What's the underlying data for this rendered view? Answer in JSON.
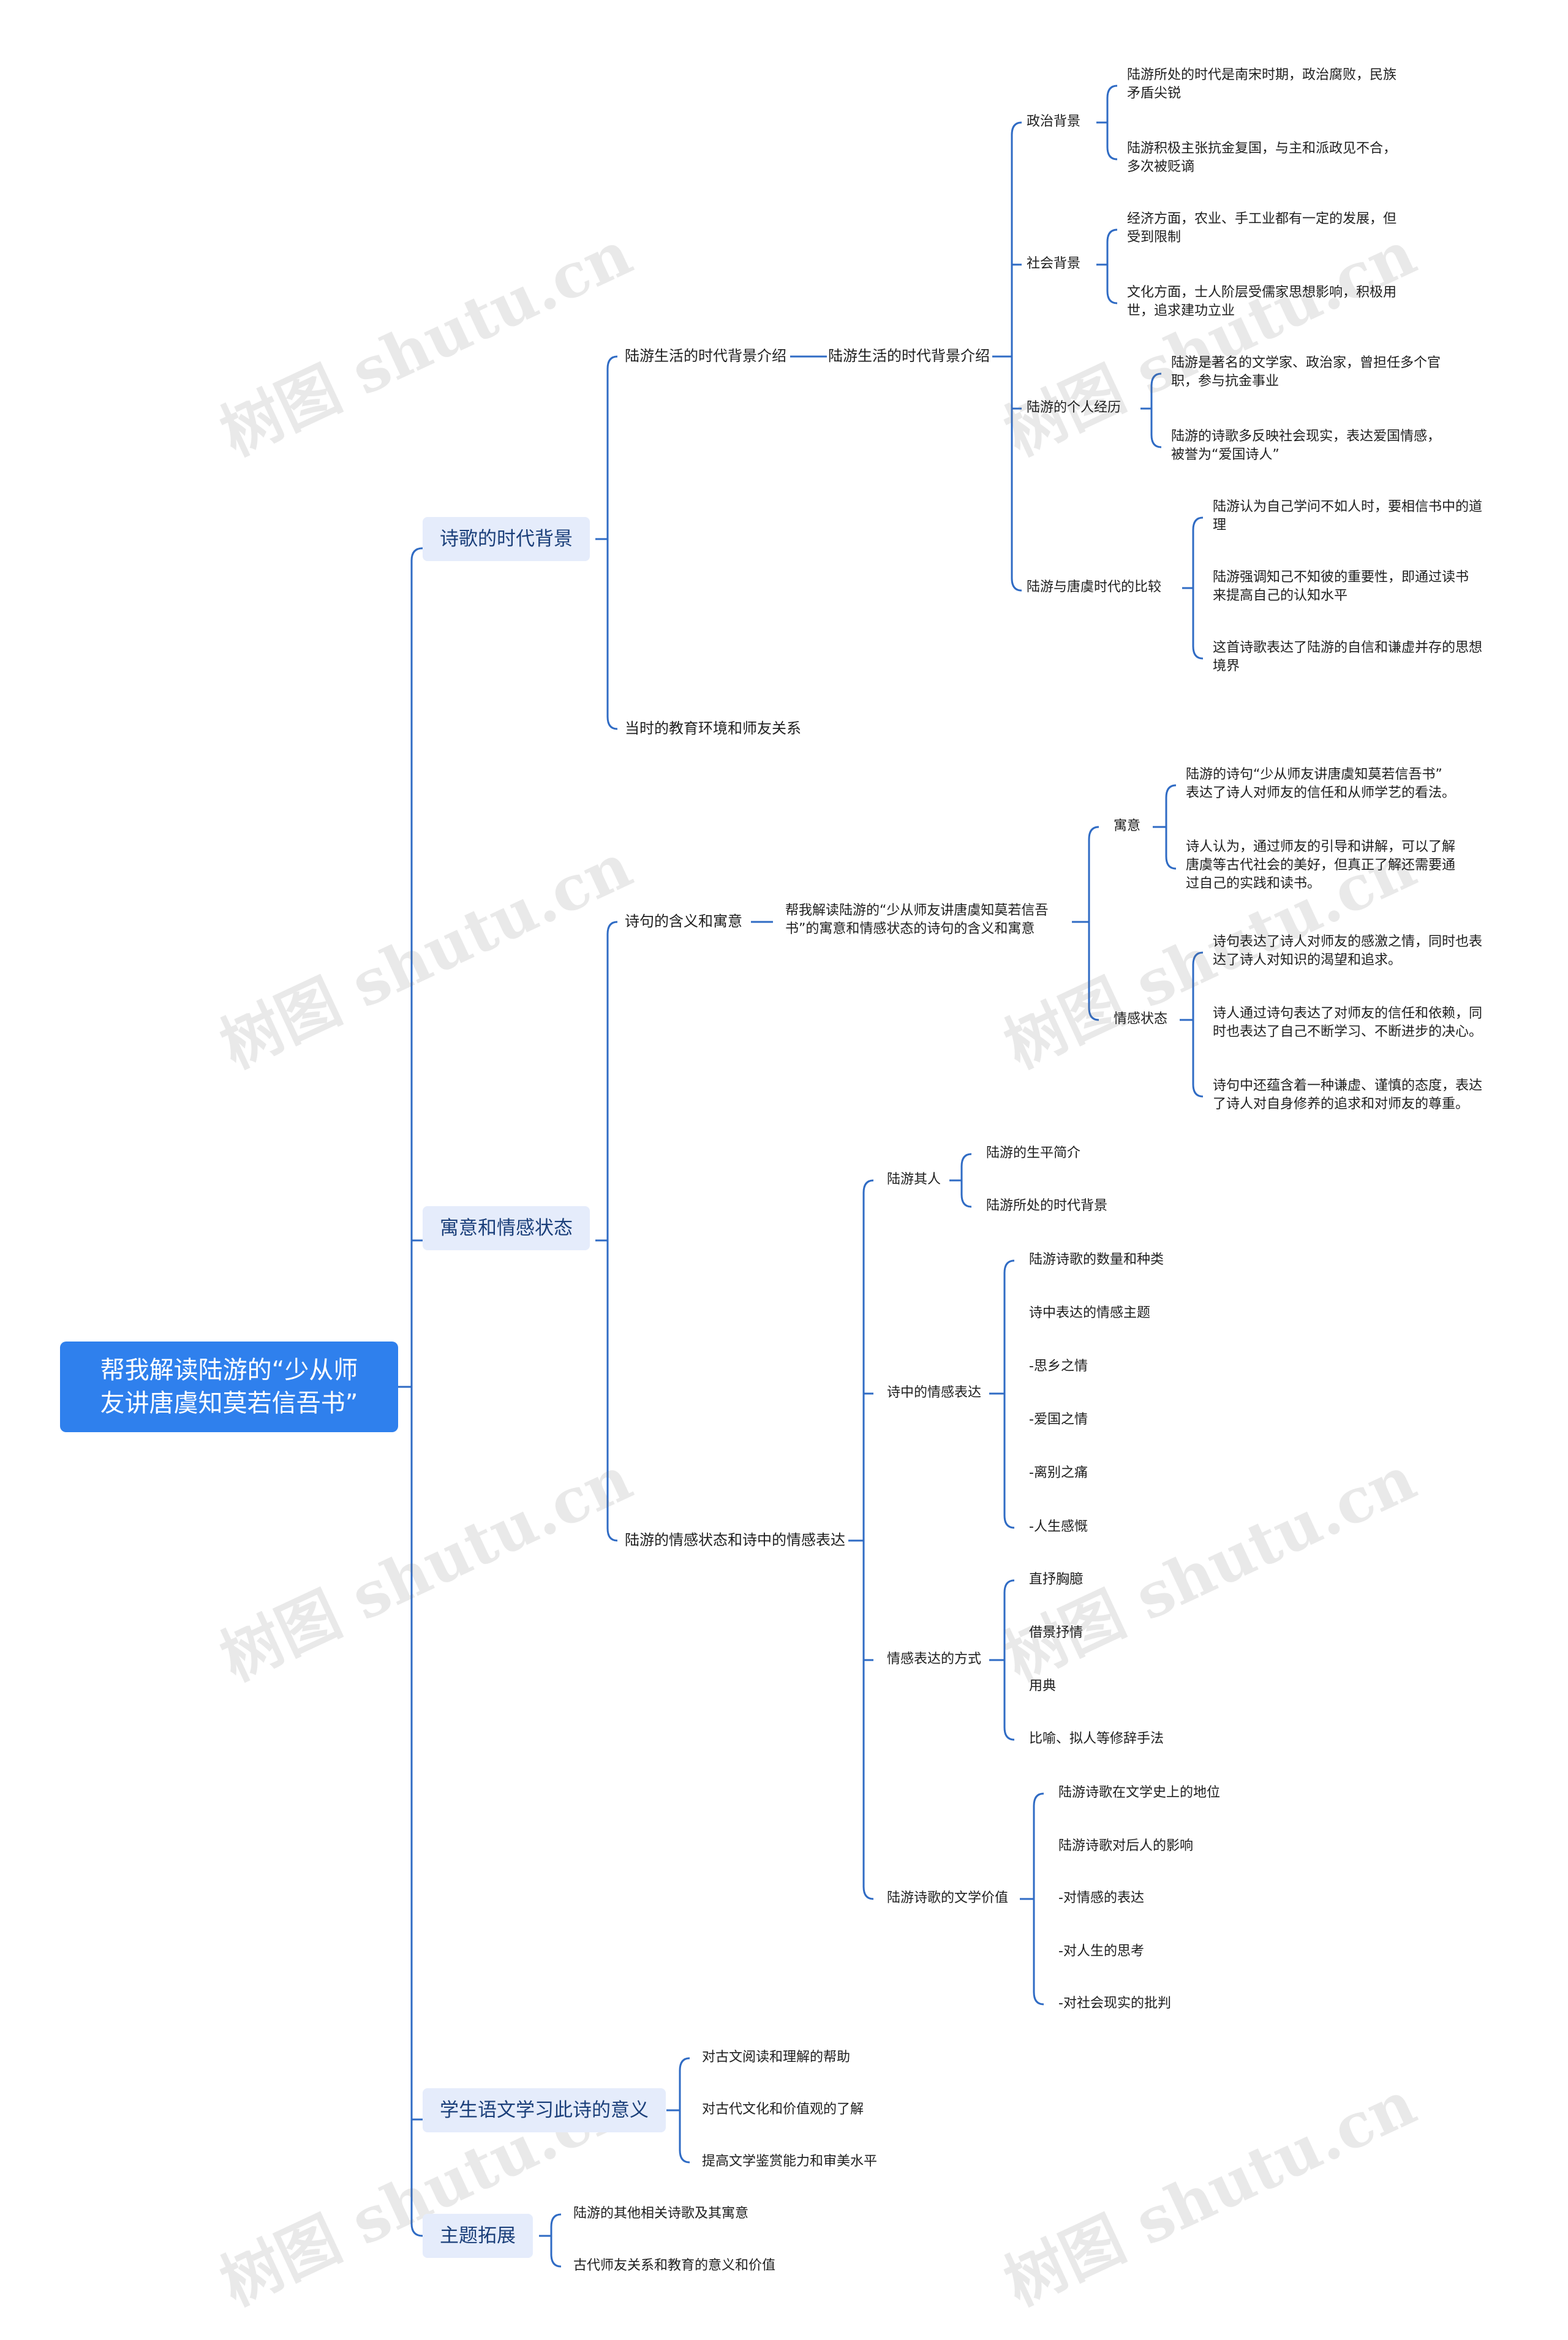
{
  "root": {
    "title": "帮我解读陆游的“少从师\n友讲唐虞知莫若信吾书”"
  },
  "branches": {
    "background": {
      "label": "诗歌的时代背景",
      "era_intro": "陆游生活的时代背景介绍",
      "era_intro_sub": "陆游生活的时代背景介绍",
      "political": {
        "label": "政治背景",
        "items": [
          "陆游所处的时代是南宋时期，政治腐败，民族\n矛盾尖锐",
          "陆游积极主张抗金复国，与主和派政见不合，\n多次被贬谪"
        ]
      },
      "social": {
        "label": "社会背景",
        "items": [
          "经济方面，农业、手工业都有一定的发展，但\n受到限制",
          "文化方面，士人阶层受儒家思想影响，积极用\n世，追求建功立业"
        ]
      },
      "personal": {
        "label": "陆游的个人经历",
        "items": [
          "陆游是著名的文学家、政治家，曾担任多个官\n职，参与抗金事业",
          "陆游的诗歌多反映社会现实，表达爱国情感，\n被誉为“爱国诗人”"
        ]
      },
      "compare": {
        "label": "陆游与唐虞时代的比较",
        "items": [
          "陆游认为自己学问不如人时，要相信书中的道\n理",
          "陆游强调知己不知彼的重要性，即通过读书\n来提高自己的认知水平",
          "这首诗歌表达了陆游的自信和谦虚并存的思想\n境界"
        ]
      },
      "education": "当时的教育环境和师友关系"
    },
    "meaning": {
      "label": "寓意和情感状态",
      "verse": "诗句的含义和寓意",
      "verse_sub": "帮我解读陆游的“少从师友讲唐虞知莫若信吾\n书”的寓意和情感状态的诗句的含义和寓意",
      "implication": {
        "label": "寓意",
        "items": [
          "陆游的诗句“少从师友讲唐虞知莫若信吾书”\n表达了诗人对师友的信任和从师学艺的看法。",
          "诗人认为，通过师友的引导和讲解，可以了解\n唐虞等古代社会的美好，但真正了解还需要通\n过自己的实践和读书。"
        ]
      },
      "emotion": {
        "label": "情感状态",
        "items": [
          "诗句表达了诗人对师友的感激之情，同时也表\n达了诗人对知识的渴望和追求。",
          "诗人通过诗句表达了对师友的信任和依赖，同\n时也表达了自己不断学习、不断进步的决心。",
          "诗句中还蕴含着一种谦虚、谨慎的态度，表达\n了诗人对自身修养的追求和对师友的尊重。"
        ]
      },
      "emotion_expr": "陆游的情感状态和诗中的情感表达",
      "person": {
        "label": "陆游其人",
        "items": [
          "陆游的生平简介",
          "陆游所处的时代背景"
        ]
      },
      "poem_emotion": {
        "label": "诗中的情感表达",
        "items": [
          "陆游诗歌的数量和种类",
          "诗中表达的情感主题",
          "-思乡之情",
          "-爱国之情",
          "-离别之痛",
          "-人生感慨"
        ]
      },
      "methods": {
        "label": "情感表达的方式",
        "items": [
          "直抒胸臆",
          "借景抒情",
          "用典",
          "比喻、拟人等修辞手法"
        ]
      },
      "value": {
        "label": "陆游诗歌的文学价值",
        "items": [
          "陆游诗歌在文学史上的地位",
          "陆游诗歌对后人的影响",
          "-对情感的表达",
          "-对人生的思考",
          "-对社会现实的批判"
        ]
      }
    },
    "study": {
      "label": "学生语文学习此诗的意义",
      "items": [
        "对古文阅读和理解的帮助",
        "对古代文化和价值观的了解",
        "提高文学鉴赏能力和审美水平"
      ]
    },
    "extend": {
      "label": "主题拓展",
      "items": [
        "陆游的其他相关诗歌及其寓意",
        "古代师友关系和教育的意义和价值"
      ]
    }
  },
  "watermark": "树图 shutu.cn"
}
